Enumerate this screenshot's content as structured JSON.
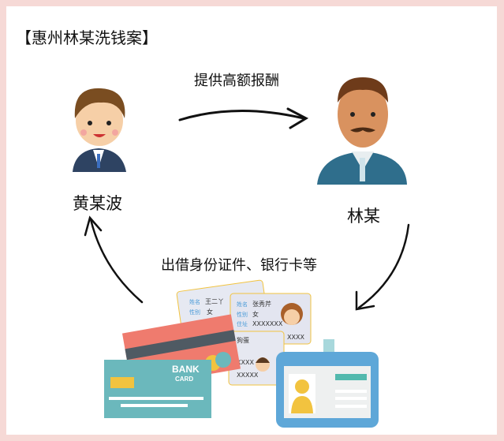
{
  "title": "【惠州林某洗钱案】",
  "flow": {
    "top_label": "提供高额报酬",
    "bottom_label": "出借身份证件、银行卡等"
  },
  "people": {
    "left": "黄某波",
    "right": "林某"
  },
  "cards": {
    "bank_card_line1": "BANK",
    "bank_card_line2": "CARD",
    "id1": {
      "name_key": "姓名",
      "name": "王二丫",
      "gender_key": "性别",
      "gender": "女"
    },
    "id2": {
      "name_key": "姓名",
      "name": "张秀芹",
      "gender_key": "性别",
      "gender": "女",
      "addr_key": "住址",
      "addr": "XXXXXXX",
      "extra": "XXXX"
    },
    "id3": {
      "name": "狗蛋",
      "line1": "XXXX",
      "line2": "XXXXX"
    }
  },
  "colors": {
    "border": "#f6d9d6",
    "teal": "#6bb8bc",
    "coral": "#ef7b6e",
    "blue": "#5ea7d8",
    "yellow": "#f2c33f"
  }
}
